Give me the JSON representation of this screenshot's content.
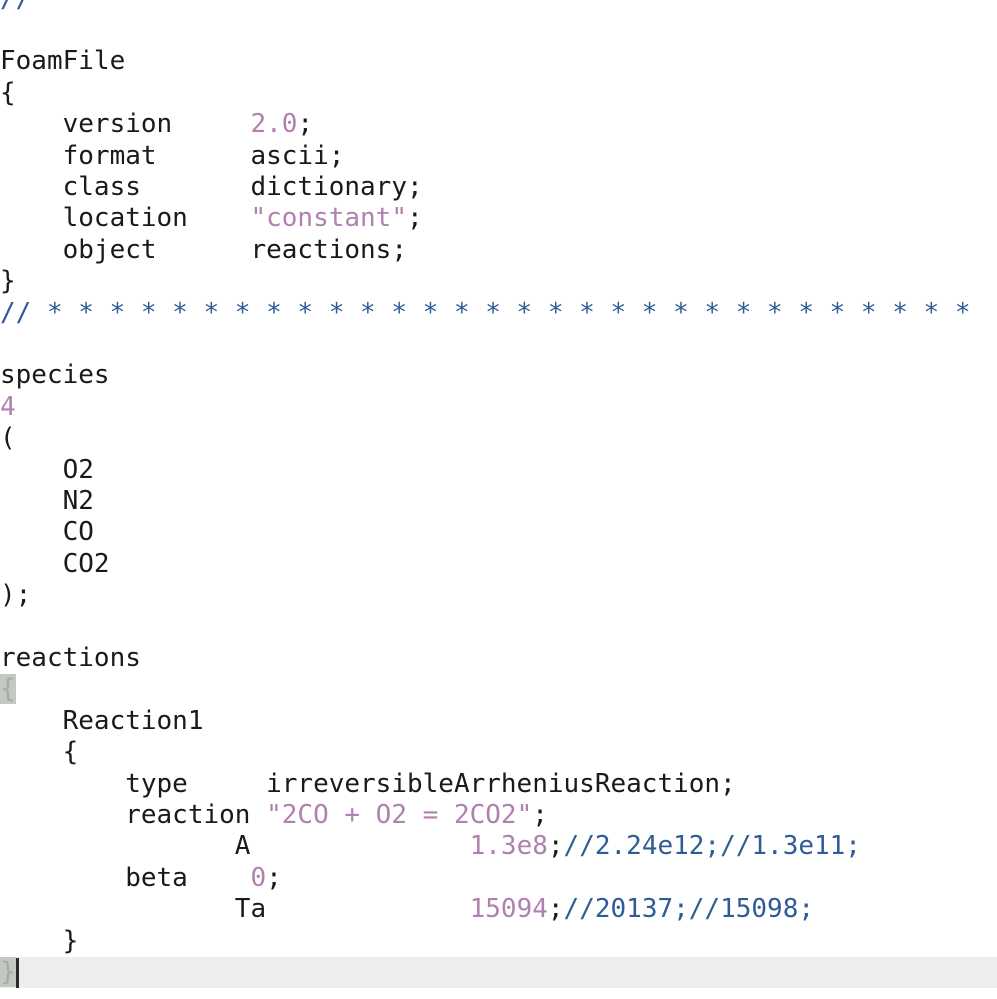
{
  "colors": {
    "background": "#ffffff",
    "text": "#1a1a1a",
    "number_string": "#b081b0",
    "comment": "#2f5c97",
    "current_line": "#eeeeec",
    "bracket_match": "#c4c8c2"
  },
  "editor": {
    "lines": [
      [
        {
          "t": "//",
          "c": "cmt"
        }
      ],
      [],
      [
        {
          "t": "FoamFile",
          "c": ""
        }
      ],
      [
        {
          "t": "{",
          "c": ""
        }
      ],
      [
        {
          "t": "    version     ",
          "c": ""
        },
        {
          "t": "2.0",
          "c": "num"
        },
        {
          "t": ";",
          "c": ""
        }
      ],
      [
        {
          "t": "    format      ascii;",
          "c": ""
        }
      ],
      [
        {
          "t": "    class       dictionary;",
          "c": ""
        }
      ],
      [
        {
          "t": "    location    ",
          "c": ""
        },
        {
          "t": "\"constant\"",
          "c": "str"
        },
        {
          "t": ";",
          "c": ""
        }
      ],
      [
        {
          "t": "    object      reactions;",
          "c": ""
        }
      ],
      [
        {
          "t": "}",
          "c": ""
        }
      ],
      [
        {
          "t": "// * * * * * * * * * * * * * * * * * * * * * * * * * * * * * *",
          "c": "cmt"
        }
      ],
      [],
      [
        {
          "t": "species",
          "c": ""
        }
      ],
      [
        {
          "t": "4",
          "c": "num"
        }
      ],
      [
        {
          "t": "(",
          "c": ""
        }
      ],
      [
        {
          "t": "    O2",
          "c": ""
        }
      ],
      [
        {
          "t": "    N2",
          "c": ""
        }
      ],
      [
        {
          "t": "    CO",
          "c": ""
        }
      ],
      [
        {
          "t": "    CO2",
          "c": ""
        }
      ],
      [
        {
          "t": ");",
          "c": ""
        }
      ],
      [],
      [
        {
          "t": "reactions",
          "c": ""
        }
      ],
      [
        {
          "t": "{",
          "c": "bracket-hl"
        }
      ],
      [
        {
          "t": "    Reaction1",
          "c": ""
        }
      ],
      [
        {
          "t": "    {",
          "c": ""
        }
      ],
      [
        {
          "t": "        type     irreversibleArrheniusReaction;",
          "c": ""
        }
      ],
      [
        {
          "t": "        reaction ",
          "c": ""
        },
        {
          "t": "\"2CO + O2 = 2CO2\"",
          "c": "str"
        },
        {
          "t": ";",
          "c": ""
        }
      ],
      [
        {
          "t": "               A              ",
          "c": ""
        },
        {
          "t": "1.3e8",
          "c": "num"
        },
        {
          "t": ";",
          "c": ""
        },
        {
          "t": "//2.24e12;//1.3e11;",
          "c": "cmt"
        }
      ],
      [
        {
          "t": "        beta    ",
          "c": ""
        },
        {
          "t": "0",
          "c": "num"
        },
        {
          "t": ";",
          "c": ""
        }
      ],
      [
        {
          "t": "               Ta             ",
          "c": ""
        },
        {
          "t": "15094",
          "c": "num"
        },
        {
          "t": ";",
          "c": ""
        },
        {
          "t": "//20137;//15098;",
          "c": "cmt"
        }
      ],
      [
        {
          "t": "    }",
          "c": ""
        }
      ],
      [
        {
          "t": "}",
          "c": "bracket-hl"
        },
        {
          "t": "",
          "c": "cursor"
        }
      ]
    ],
    "current_line": 31
  }
}
